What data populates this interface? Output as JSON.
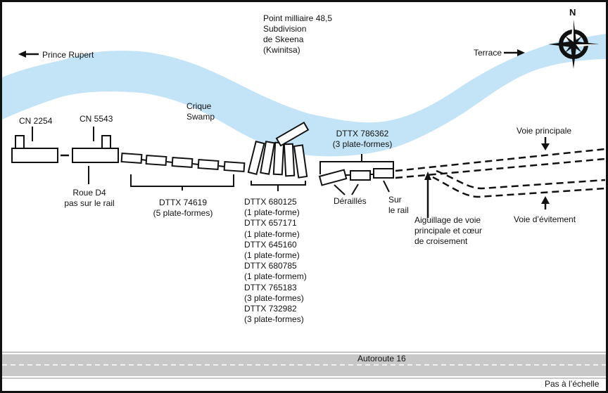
{
  "title": "Point milliaire 48,5 Subdivision de Skeena (Kwinitsa)",
  "header": {
    "location_lines": [
      "Point milliaire 48,5",
      "Subdivision",
      "de Skeena",
      "(Kwinitsa)"
    ]
  },
  "directions": {
    "west": "Prince Rupert",
    "east": "Terrace"
  },
  "compass": {
    "label": "N",
    "icon": "compass-rose-icon"
  },
  "water": {
    "label_lines": [
      "Crique",
      "Swamp"
    ],
    "color": "#c3e4f6"
  },
  "locomotives": [
    {
      "label": "CN 2254"
    },
    {
      "label": "CN 5543"
    }
  ],
  "annotations": {
    "wheel_lines": [
      "Roue D4",
      "pas sur le rail"
    ],
    "group1_lines": [
      "DTTX 74619",
      "(5 plate-formes)"
    ],
    "group2_lines": [
      "DTTX 680125",
      "(1 plate-forme)",
      "DTTX 657171",
      "(1 plate-forme)",
      "DTTX 645160",
      "(1 plate-forme)",
      "DTTX 680785",
      "(1 plate-formem)",
      "DTTX 765183",
      "(3 plate-formes)",
      "DTTX 732982",
      "(3 plate-formes)"
    ],
    "group3_lines": [
      "DTTX 786362",
      "(3 plate-formes)"
    ],
    "derailed": "Déraillés",
    "on_rail_lines": [
      "Sur",
      "le rail"
    ],
    "switch_lines": [
      "Aiguillage de voie",
      "principale et cœur",
      "de croisement"
    ],
    "main_track": "Voie principale",
    "siding": "Voie d’évitement"
  },
  "highway": {
    "label": "Autoroute 16",
    "color": "#c8c8c8"
  },
  "footer": {
    "scale_note": "Pas à l’échelle"
  }
}
